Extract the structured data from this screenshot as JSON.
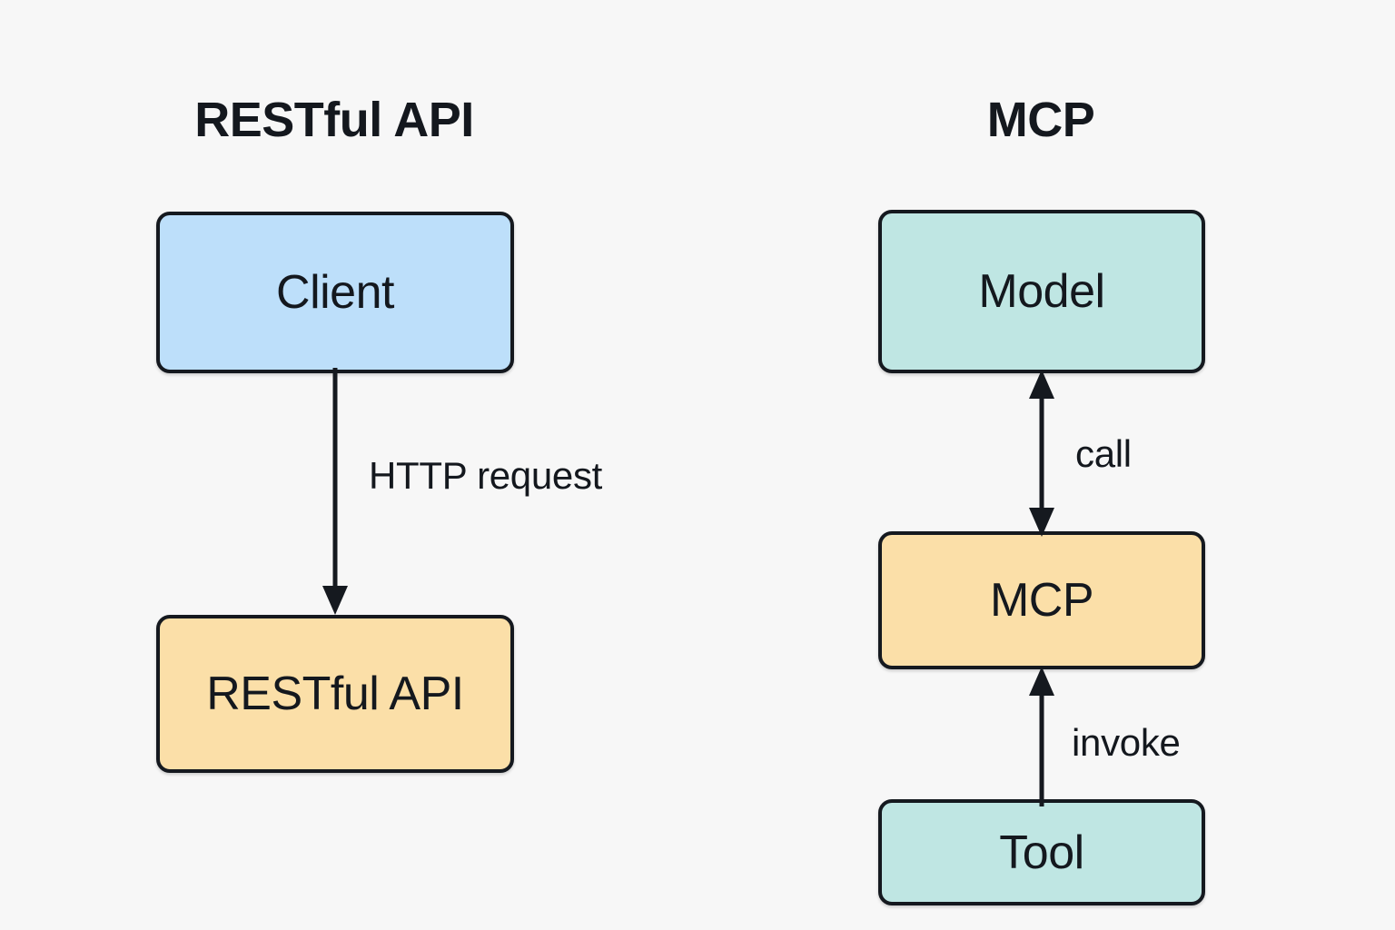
{
  "diagram": {
    "background_color": "#f7f7f7",
    "border_color": "#15191f",
    "text_color": "#14181e",
    "columns": [
      {
        "id": "restful-api",
        "title": "RESTful API",
        "nodes": [
          {
            "id": "client",
            "label": "Client",
            "fill": "#bddffa"
          },
          {
            "id": "restapi",
            "label": "RESTful API",
            "fill": "#fbdfa8"
          }
        ],
        "edges": [
          {
            "id": "http",
            "label": "HTTP request",
            "from": "client",
            "to": "restapi",
            "direction": "down",
            "arrowheads": "end"
          }
        ]
      },
      {
        "id": "mcp",
        "title": "MCP",
        "nodes": [
          {
            "id": "model",
            "label": "Model",
            "fill": "#bfe6e3"
          },
          {
            "id": "mcp",
            "label": "MCP",
            "fill": "#fbdfa8"
          },
          {
            "id": "tool",
            "label": "Tool",
            "fill": "#bfe6e3"
          }
        ],
        "edges": [
          {
            "id": "call",
            "label": "call",
            "from": "mcp",
            "to": "model",
            "direction": "bidirectional",
            "arrowheads": "both"
          },
          {
            "id": "invoke",
            "label": "invoke",
            "from": "tool",
            "to": "mcp",
            "direction": "up",
            "arrowheads": "end"
          }
        ]
      }
    ]
  }
}
